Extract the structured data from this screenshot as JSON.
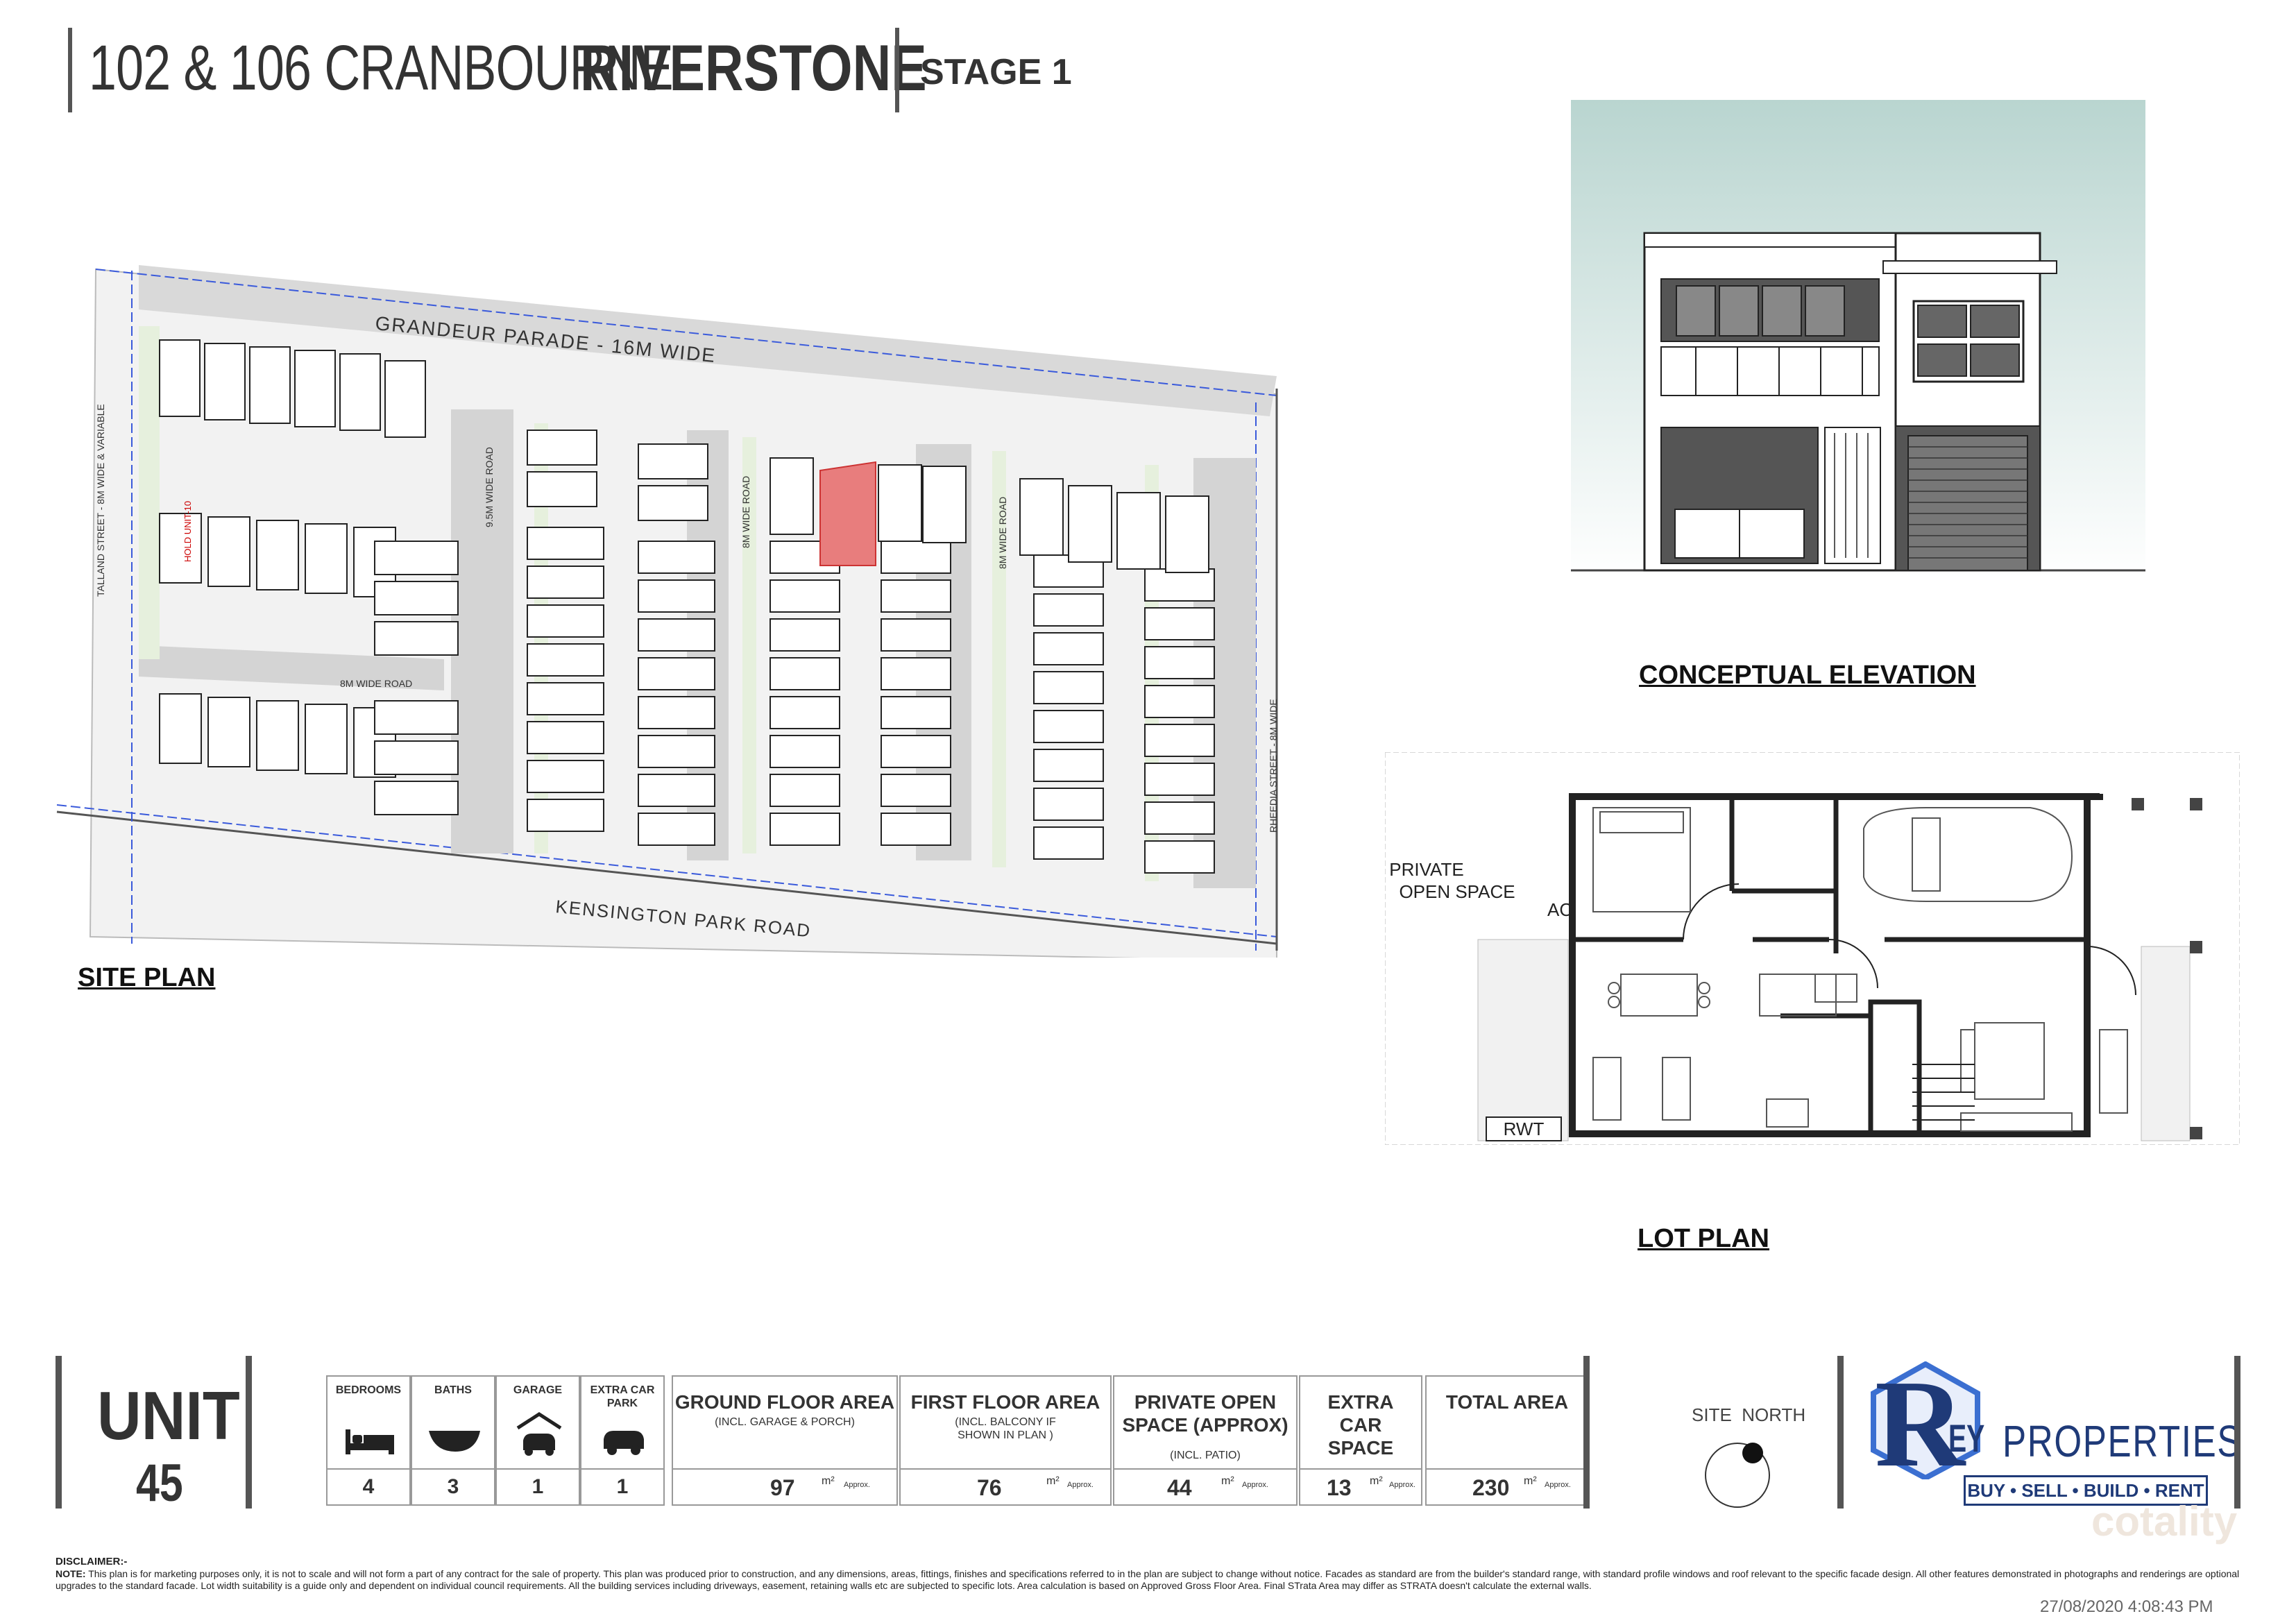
{
  "header": {
    "address": "102 & 106 CRANBOURNE",
    "suburb": "RIVERSTONE",
    "stage": "STAGE 1"
  },
  "site_plan": {
    "title": "SITE PLAN",
    "roads": {
      "grandeur": "GRANDEUR PARADE - 16M WIDE",
      "kensington": "KENSINGTON PARK ROAD",
      "talland": "TALLAND STREET - 8M WIDE & VARIABLE",
      "rheedia": "RHEEDIA STREET - 8M WIDE",
      "internal_8m": "8M WIDE ROAD",
      "internal_95m": "9.5M WIDE ROAD"
    },
    "hold_label": "HOLD UNIT-10"
  },
  "elevation": {
    "title": "CONCEPTUAL ELEVATION"
  },
  "lot_plan": {
    "title": "LOT PLAN",
    "private_open_space": "PRIVATE OPEN SPACE",
    "ac": "AC",
    "rwt": "RWT"
  },
  "unit": {
    "word": "UNIT",
    "number": "45"
  },
  "specs": {
    "bedrooms": {
      "label": "BEDROOMS",
      "value": "4",
      "icon": "bed-icon"
    },
    "baths": {
      "label": "BATHS",
      "value": "3",
      "icon": "bath-icon"
    },
    "garage": {
      "label": "GARAGE",
      "value": "1",
      "icon": "garage-car-icon"
    },
    "extra_car_park": {
      "label": "EXTRA CAR PARK",
      "value": "1",
      "icon": "car-icon"
    },
    "ground_floor": {
      "label": "GROUND FLOOR AREA",
      "sub": "(INCL. GARAGE & PORCH)",
      "value": "97"
    },
    "first_floor": {
      "label": "FIRST FLOOR AREA",
      "sub": "(INCL. BALCONY IF SHOWN IN PLAN )",
      "value": "76"
    },
    "private_open": {
      "label": "PRIVATE OPEN SPACE (APPROX)",
      "sub": "(INCL. PATIO)",
      "value": "44"
    },
    "extra_car_space": {
      "label": "EXTRA CAR SPACE",
      "value": "13"
    },
    "total_area": {
      "label": "TOTAL AREA",
      "value": "230"
    },
    "unit_m2": "m²",
    "approx": "Approx."
  },
  "compass": {
    "label": "SITE  NORTH"
  },
  "brand": {
    "initial": "R",
    "ey": "EY",
    "name": "PROPERTIES",
    "tagline": "BUY • SELL • BUILD • RENT",
    "watermark": "cotality",
    "colors": {
      "navy": "#1f3a78",
      "blue": "#3b6fd1"
    }
  },
  "disclaimer": {
    "title": "DISCLAIMER:-",
    "note_label": "NOTE:",
    "text": "This plan is for marketing purposes only, it is not to scale and will not form a part of any contract for the sale of property. This plan was produced prior to construction, and any dimensions, areas, fittings, finishes and specifications referred to in the plan are subject to change without notice. Facades as standard are from the builder's standard range, with standard profile windows and roof relevant to the specific facade design. All other features demonstrated in photographs and renderings are optional upgrades to the standard facade. Lot width suitability is a guide only and dependent on individual council requirements. All the building services including driveways, easement, retaining walls etc are subjected to specific lots.  Area calculation is based on Approved Gross Floor Area. Final STrata Area may differ as STRATA doesn't calculate the external walls."
  },
  "timestamp": "27/08/2020 4:08:43 PM"
}
